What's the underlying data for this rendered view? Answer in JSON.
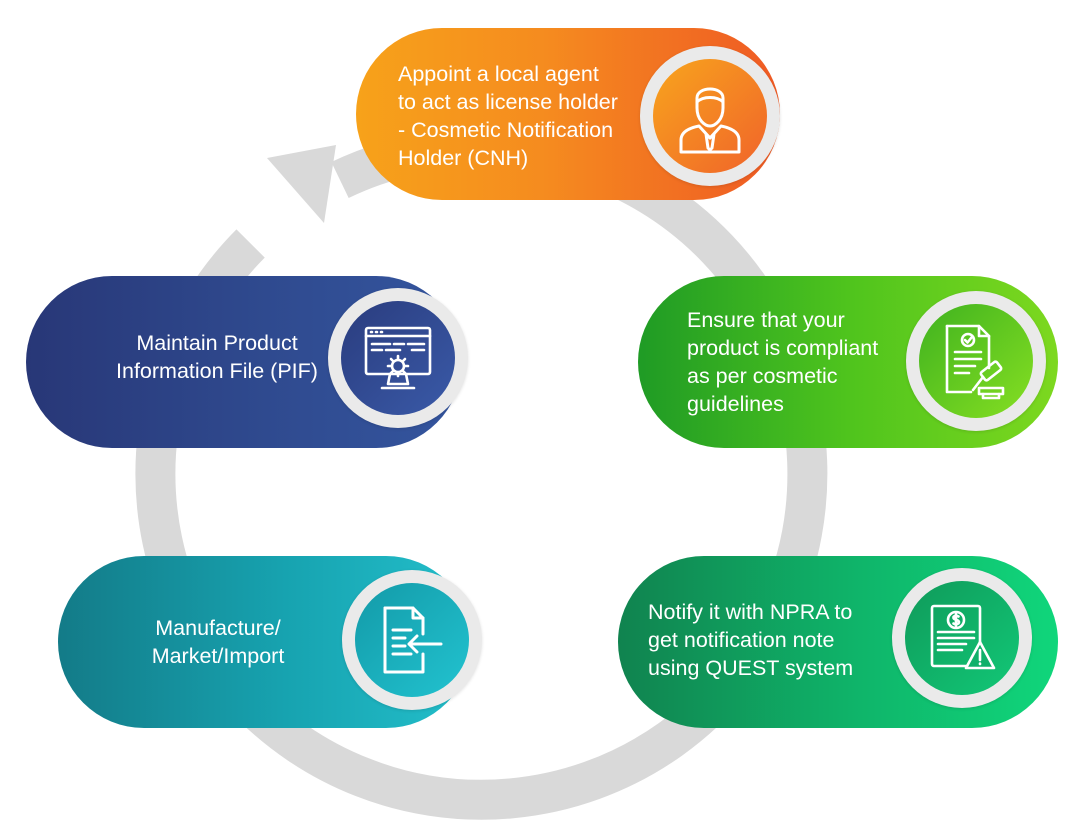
{
  "steps": [
    {
      "id": "cnh",
      "lines": [
        "Appoint a local agent",
        "to act as license holder",
        "- Cosmetic Notification",
        "Holder (CNH)"
      ],
      "icon": "business-agent-icon",
      "color": "#f58b1f"
    },
    {
      "id": "compliance",
      "lines": [
        "Ensure that your",
        "product is compliant",
        "as per cosmetic",
        "guidelines"
      ],
      "icon": "legal-document-gavel-icon",
      "color": "#4fc41d"
    },
    {
      "id": "npra",
      "lines": [
        "Notify it with NPRA to",
        "get notification note",
        "using QUEST system"
      ],
      "icon": "invoice-warning-icon",
      "color": "#0fb56a"
    },
    {
      "id": "manufacture",
      "lines": [
        "Manufacture/",
        "Market/Import"
      ],
      "icon": "file-import-icon",
      "color": "#17a3b0"
    },
    {
      "id": "pif",
      "lines": [
        "Maintain Product",
        "Information File (PIF)"
      ],
      "icon": "monitor-settings-icon",
      "color": "#2f4a8f"
    }
  ],
  "cycle_color": "#d9d9d9"
}
